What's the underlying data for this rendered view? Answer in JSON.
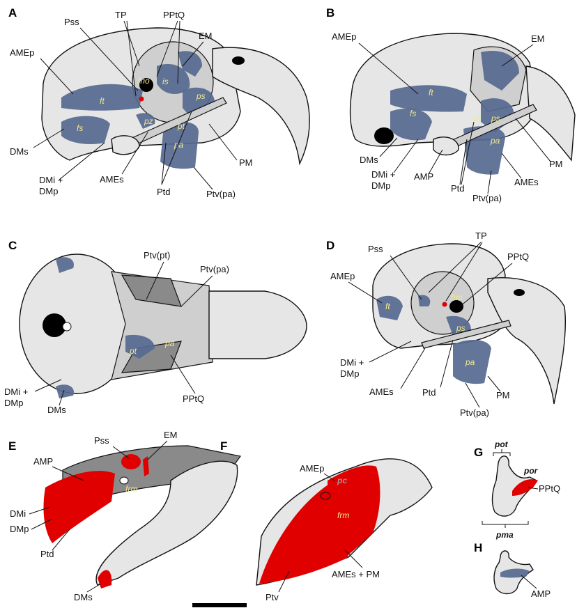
{
  "panels": {
    "A": {
      "letter": "A",
      "labels": {
        "pss": "Pss",
        "tp": "TP",
        "pptq": "PPtQ",
        "em": "EM",
        "amep": "AMEp",
        "dms": "DMs",
        "dmi": "DMi +",
        "dmp": "DMp",
        "ames": "AMEs",
        "ptd": "Ptd",
        "ptv": "Ptv(pa)",
        "pm": "PM"
      },
      "regions": {
        "ft": "ft",
        "fs": "fs",
        "fno": "fno",
        "is": "is",
        "ps": "ps",
        "pz": "pz",
        "pt": "pt",
        "pa": "pa"
      }
    },
    "B": {
      "letter": "B",
      "labels": {
        "amep": "AMEp",
        "em": "EM",
        "dms": "DMs",
        "dmi": "DMi +",
        "dmp": "DMp",
        "amp": "AMP",
        "ptd": "Ptd",
        "ptv": "Ptv(pa)",
        "ames": "AMEs",
        "pm": "PM"
      },
      "regions": {
        "ft": "ft",
        "fs": "fs",
        "pt": "pt",
        "ps": "ps",
        "pa": "pa"
      }
    },
    "C": {
      "letter": "C",
      "labels": {
        "ptvpt": "Ptv(pt)",
        "ptvpa": "Ptv(pa)",
        "dmi": "DMi +",
        "dmp": "DMp",
        "dms": "DMs",
        "pptq": "PPtQ"
      },
      "regions": {
        "pt": "pt",
        "pa": "pa"
      }
    },
    "D": {
      "letter": "D",
      "labels": {
        "tp": "TP",
        "pss": "Pss",
        "pptq": "PPtQ",
        "amep": "AMEp",
        "dmi": "DMi +",
        "dmp": "DMp",
        "ames": "AMEs",
        "ptd": "Ptd",
        "pm": "PM",
        "ptv": "Ptv(pa)"
      },
      "regions": {
        "ft": "ft",
        "fno": "fno",
        "ps": "ps",
        "pa": "pa"
      }
    },
    "E": {
      "letter": "E",
      "labels": {
        "pss": "Pss",
        "em": "EM",
        "amp": "AMP",
        "dmi": "DMi",
        "dmp": "DMp",
        "ptd": "Ptd",
        "dms": "DMs"
      },
      "regions": {
        "frm": "frm"
      }
    },
    "F": {
      "letter": "F",
      "labels": {
        "amep": "AMEp",
        "pc": "pc",
        "ptv": "Ptv",
        "ames": "AMEs + PM"
      },
      "regions": {
        "frm": "frm"
      }
    },
    "G": {
      "letter": "G",
      "labels": {
        "pot": "pot",
        "por": "por",
        "pptq": "PPtQ",
        "pma": "pma"
      }
    },
    "H": {
      "letter": "H",
      "labels": {
        "amp": "AMP"
      }
    }
  },
  "colors": {
    "muscle_blue": "#56698f",
    "attachment_red": "#e00000",
    "bone_light": "#e6e6e6",
    "bone_dark": "#8a8a8a",
    "region_label_yellow": "#f2e98a"
  }
}
